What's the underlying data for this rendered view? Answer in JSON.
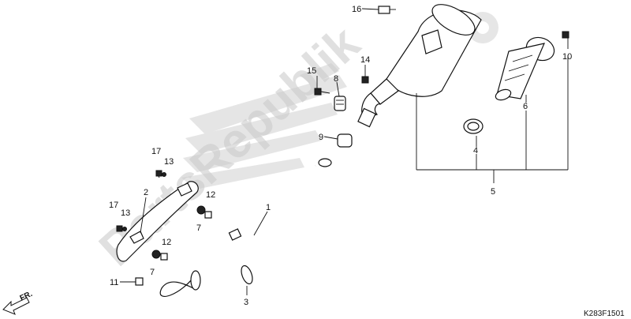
{
  "watermark": {
    "text": "PartsRepublik"
  },
  "diagram_code": "K283F1501",
  "direction_label": "FR.",
  "callouts": [
    {
      "id": "c1",
      "text": "1"
    },
    {
      "id": "c2",
      "text": "2"
    },
    {
      "id": "c3",
      "text": "3"
    },
    {
      "id": "c4",
      "text": "4"
    },
    {
      "id": "c5",
      "text": "5"
    },
    {
      "id": "c6",
      "text": "6"
    },
    {
      "id": "c7a",
      "text": "7"
    },
    {
      "id": "c7b",
      "text": "7"
    },
    {
      "id": "c8",
      "text": "8"
    },
    {
      "id": "c9",
      "text": "9"
    },
    {
      "id": "c10",
      "text": "10"
    },
    {
      "id": "c11",
      "text": "11"
    },
    {
      "id": "c12a",
      "text": "12"
    },
    {
      "id": "c12b",
      "text": "12"
    },
    {
      "id": "c13a",
      "text": "13"
    },
    {
      "id": "c13b",
      "text": "13"
    },
    {
      "id": "c14",
      "text": "14"
    },
    {
      "id": "c15",
      "text": "15"
    },
    {
      "id": "c16",
      "text": "16"
    },
    {
      "id": "c17a",
      "text": "17"
    },
    {
      "id": "c17b",
      "text": "17"
    }
  ]
}
